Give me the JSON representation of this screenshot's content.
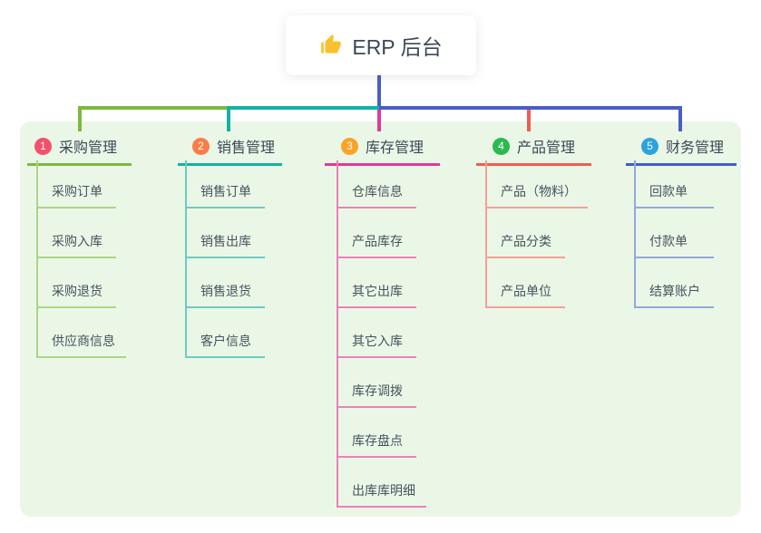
{
  "root": {
    "label": "ERP 后台",
    "icon": "thumbs-up-icon"
  },
  "branches": [
    {
      "index": "1",
      "label": "采购管理",
      "badge_color": "#f4506c",
      "line_color": "#7cb93f",
      "child_line_color": "#aad685",
      "children": [
        "采购订单",
        "采购入库",
        "采购退货",
        "供应商信息"
      ]
    },
    {
      "index": "2",
      "label": "销售管理",
      "badge_color": "#f87d49",
      "line_color": "#12b2a4",
      "child_line_color": "#6ecbc2",
      "children": [
        "销售订单",
        "销售出库",
        "销售退货",
        "客户信息"
      ]
    },
    {
      "index": "3",
      "label": "库存管理",
      "badge_color": "#fba328",
      "line_color": "#de3a9c",
      "child_line_color": "#ef7fba",
      "children": [
        "仓库信息",
        "产品库存",
        "其它出库",
        "其它入库",
        "库存调拨",
        "库存盘点",
        "出库库明细"
      ]
    },
    {
      "index": "4",
      "label": "产品管理",
      "badge_color": "#2db850",
      "line_color": "#ef5c52",
      "child_line_color": "#f59f97",
      "children": [
        "产品（物料）",
        "产品分类",
        "产品单位"
      ]
    },
    {
      "index": "5",
      "label": "财务管理",
      "badge_color": "#2aa3de",
      "line_color": "#4160c4",
      "child_line_color": "#92a7dc",
      "children": [
        "回款单",
        "付款单",
        "结算账户"
      ]
    }
  ],
  "colors": {
    "canvas_bg": "#ffffff",
    "panel_bg": "#ebf7e6",
    "root_connector": "#4a5dc8",
    "title_text": "#3c4858",
    "child_text": "#47525f",
    "thumb_icon": "#fbc02d"
  }
}
